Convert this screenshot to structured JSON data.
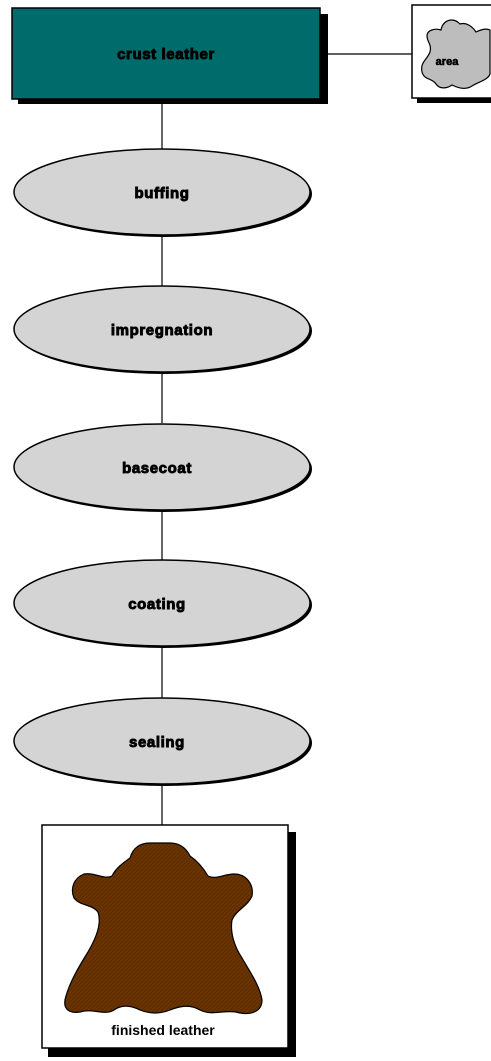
{
  "diagram": {
    "start": {
      "label": "crust leather",
      "fill": "#006b6b"
    },
    "side_node": {
      "label": "area",
      "fill": "#bdbdbd"
    },
    "steps": [
      {
        "label": "buffing"
      },
      {
        "label": "impregnation"
      },
      {
        "label": "basecoat"
      },
      {
        "label": "coating"
      },
      {
        "label": "sealing"
      }
    ],
    "end": {
      "label": "finished leather",
      "fill": "#6b3300"
    },
    "colors": {
      "step_fill": "#d4d4d4",
      "line": "#000000",
      "shadow": "#000000"
    },
    "icons": {
      "side_node": "hide-shape-icon",
      "end": "hide-shape-icon"
    }
  }
}
